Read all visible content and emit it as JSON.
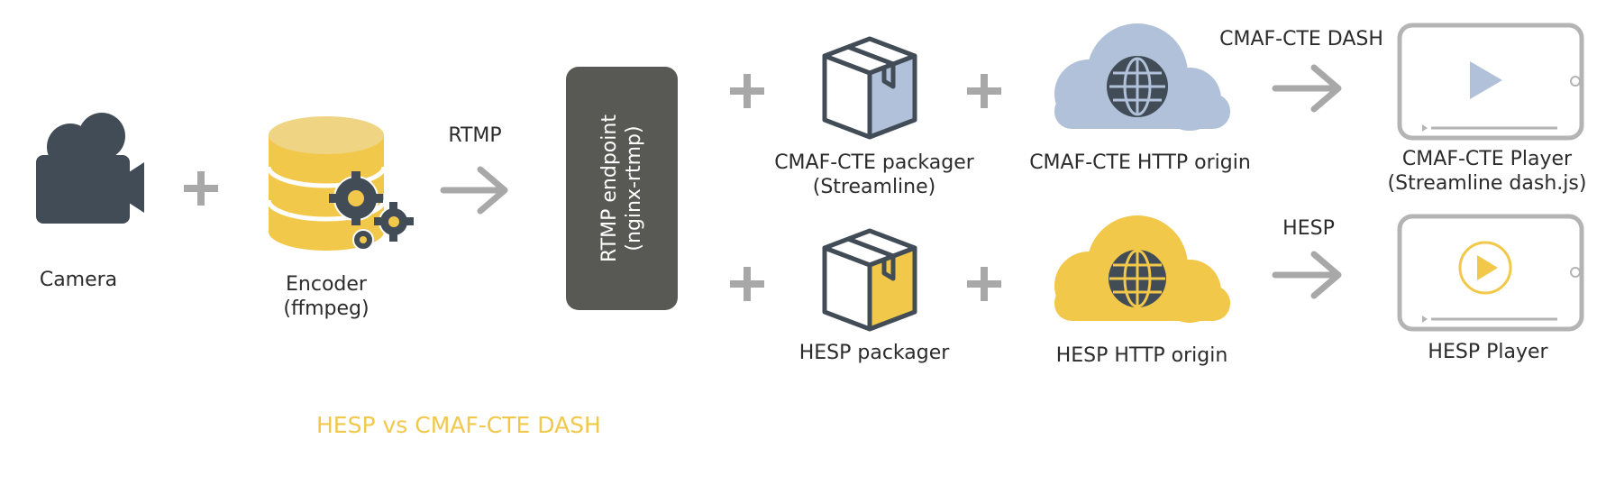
{
  "labels": {
    "camera": "Camera",
    "encoder": [
      "Encoder",
      "(ffmpeg)"
    ],
    "rtmp_arrow": "RTMP",
    "endpoint": [
      "RTMP endpoint",
      "(nginx-rtmp)"
    ],
    "cmaf_packager": [
      "CMAF-CTE packager",
      "(Streamline)"
    ],
    "cmaf_origin": "CMAF-CTE HTTP origin",
    "cmaf_arrow": "CMAF-CTE DASH",
    "cmaf_player": [
      "CMAF-CTE Player",
      "(Streamline dash.js)"
    ],
    "hesp_packager": "HESP packager",
    "hesp_origin": "HESP HTTP origin",
    "hesp_arrow": "HESP",
    "hesp_player": "HESP Player"
  },
  "subtitle": "HESP vs CMAF-CTE DASH",
  "colors": {
    "dark": "#414c57",
    "gray": "#a8a8a8",
    "yellow": "#f2c84b",
    "blue": "#b1c1d9",
    "endpoint": "#585855"
  },
  "icons": [
    "camera-icon",
    "database-gears-icon",
    "box-icon",
    "cloud-globe-icon",
    "tablet-play-icon"
  ]
}
